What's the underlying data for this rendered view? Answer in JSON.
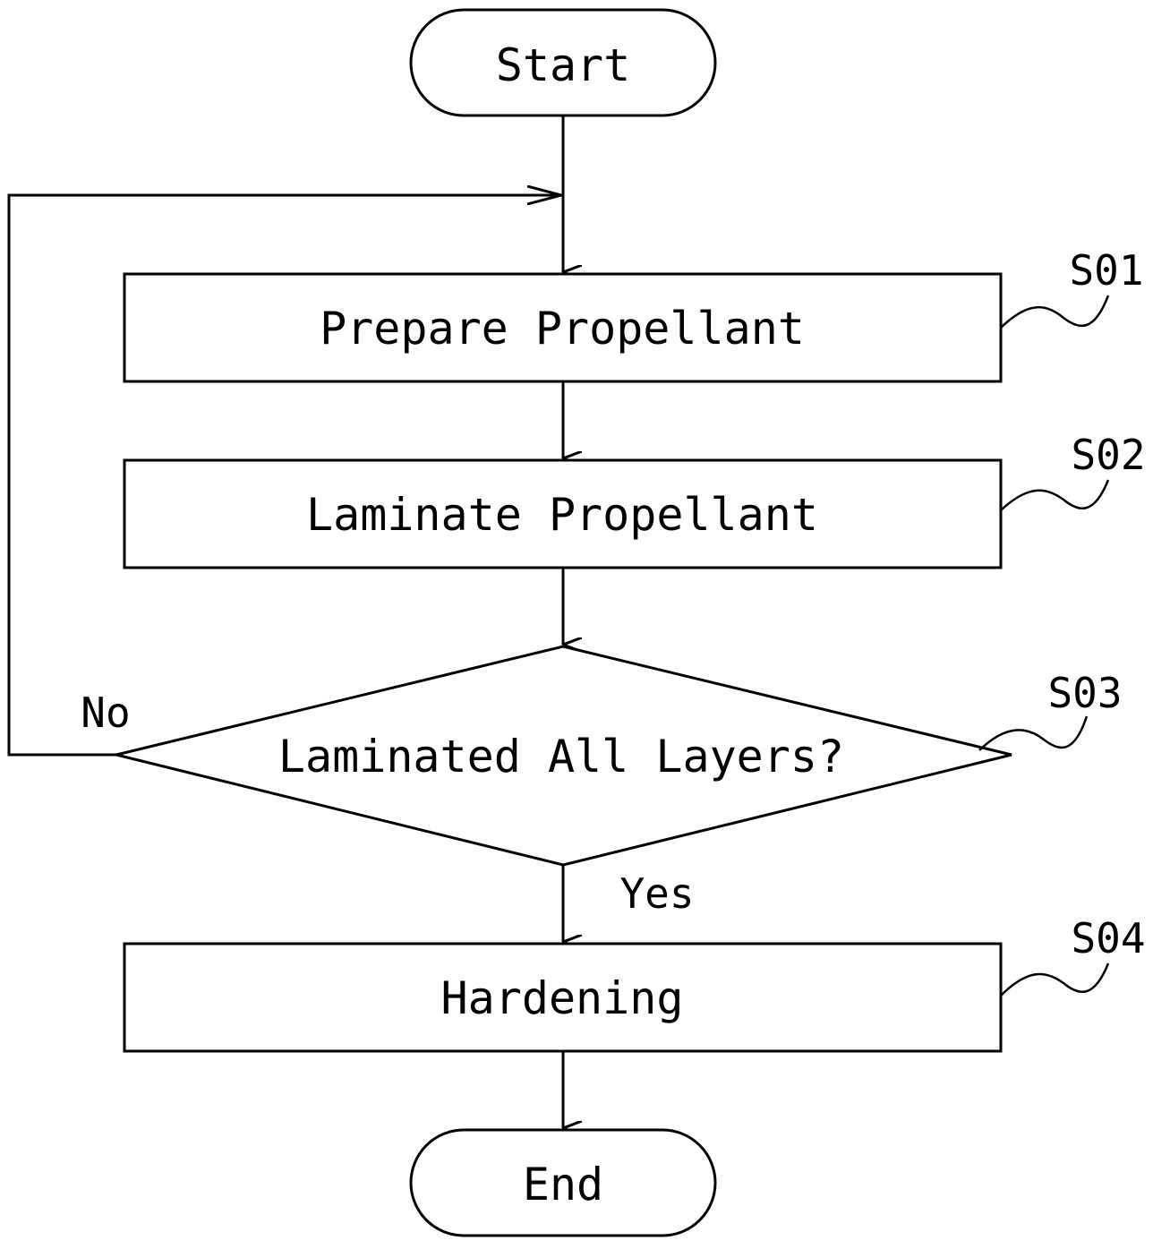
{
  "nodes": {
    "start": {
      "label": "Start"
    },
    "s01": {
      "label": "Prepare Propellant",
      "step": "S01"
    },
    "s02": {
      "label": "Laminate Propellant",
      "step": "S02"
    },
    "s03": {
      "label": "Laminated All Layers?",
      "step": "S03"
    },
    "s04": {
      "label": "Hardening",
      "step": "S04"
    },
    "end": {
      "label": "End"
    }
  },
  "branches": {
    "no": "No",
    "yes": "Yes"
  },
  "colors": {
    "stroke": "#000000",
    "background": "#ffffff"
  }
}
